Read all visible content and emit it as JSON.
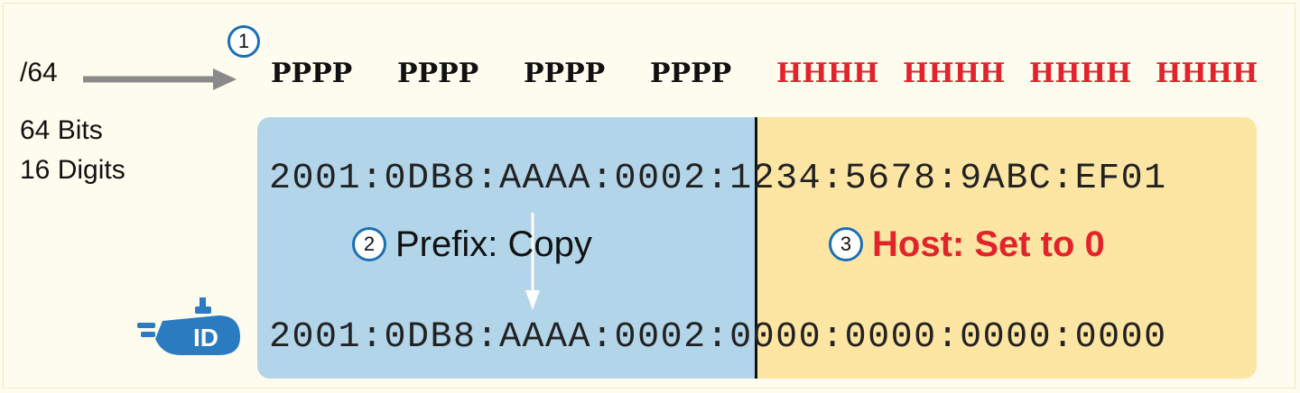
{
  "prefix_label": "/64",
  "bits_label": "64 Bits",
  "digits_label": "16 Digits",
  "pattern": {
    "prefix_groups": [
      "PPPP",
      "PPPP",
      "PPPP",
      "PPPP"
    ],
    "host_groups": [
      "HHHH",
      "HHHH",
      "HHHH",
      "HHHH"
    ]
  },
  "address_top": {
    "prefix": "2001:0DB8:AAAA:0002",
    "separator": ":",
    "host": "1234:5678:9ABC:EF01"
  },
  "address_bottom": {
    "prefix": "2001:0DB8:AAAA:0002",
    "separator": ":",
    "host": "0000:0000:0000:0000"
  },
  "steps": {
    "one": "1",
    "two": "2",
    "two_text": "Prefix: Copy",
    "three": "3",
    "three_text": "Host: Set to 0"
  },
  "icon_label": "ID",
  "colors": {
    "prefix_bg": "#b3d5e9",
    "host_bg": "#fde5a3",
    "host_red": "#e1242c",
    "circle_blue": "#1b6fb4",
    "icon_blue": "#2a7bbf"
  }
}
